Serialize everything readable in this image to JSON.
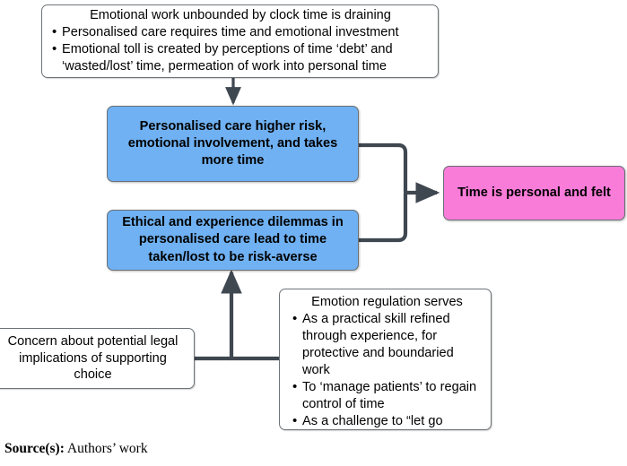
{
  "diagram": {
    "nodes": {
      "emotional_work": {
        "title": "Emotional work unbounded by clock time is draining",
        "bullets": [
          "Personalised care requires time and emotional investment",
          "Emotional toll is created by perceptions of time ‘debt’ and ‘wasted/lost’ time, permeation of work into personal time"
        ]
      },
      "personalised_care": {
        "text": "Personalised care higher risk, emotional involvement, and takes more time",
        "fill": "#6FB1F2"
      },
      "ethical_dilemmas": {
        "text": "Ethical and experience dilemmas in personalised care lead to time taken/lost to be risk-averse",
        "fill": "#6FB1F2"
      },
      "time_personal": {
        "text": "Time is personal and felt",
        "fill": "#FA7CD9"
      },
      "legal_concern": {
        "text": "Concern about potential legal implications of supporting choice"
      },
      "emotion_regulation": {
        "title": "Emotion regulation serves",
        "bullets": [
          "As a practical skill refined through experience, for protective and boundaried work",
          "To ‘manage patients’ to regain control of time",
          "As a challenge to “let go"
        ]
      }
    },
    "edge_color": "#3F4750"
  },
  "caption": {
    "label": "Source(s):",
    "value": "Authors’ work"
  }
}
